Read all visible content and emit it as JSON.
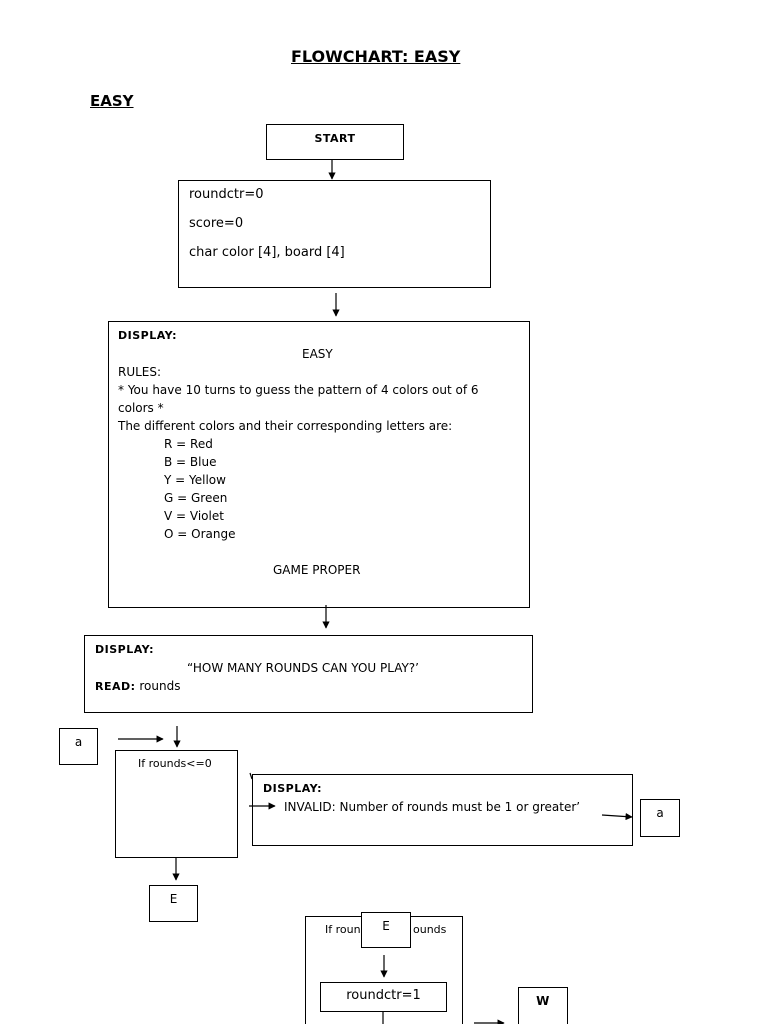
{
  "page": {
    "title": "FLOWCHART: EASY",
    "section": "EASY"
  },
  "start": {
    "label": "START"
  },
  "init": {
    "lines": [
      "roundctr=0",
      "score=0",
      "char color [4], board [4]"
    ]
  },
  "rules_box": {
    "header": "DISPLAY:",
    "center_title": "EASY",
    "rules_label": "RULES:",
    "rule_line_1": "* You have 10 turns to guess the pattern of 4 colors out of 6",
    "rule_line_2": "colors *",
    "colors_intro": "The different colors and their corresponding letters are:",
    "colors": [
      "R = Red",
      "B = Blue",
      "Y = Yellow",
      "G = Green",
      "V = Violet",
      "O = Orange"
    ],
    "footer": "GAME PROPER"
  },
  "rounds_box": {
    "header": "DISPLAY:",
    "prompt": "“HOW MANY ROUNDS CAN YOU PLAY?’",
    "read_label": "READ:",
    "read_value": "rounds"
  },
  "connector_a_left": {
    "label": "a"
  },
  "decision_1": {
    "label": "If rounds<=0"
  },
  "invalid_box": {
    "header": "DISPLAY:",
    "message": "INVALID: Number of rounds must be 1 or greater’"
  },
  "connector_a_right": {
    "label": "a"
  },
  "connector_e_1": {
    "label": "E"
  },
  "decision_2": {
    "label_left": "If roun",
    "label_right": "ounds"
  },
  "connector_e_2": {
    "label": "E"
  },
  "roundctr_box": {
    "label": "roundctr=1"
  },
  "connector_w": {
    "label": "W"
  }
}
